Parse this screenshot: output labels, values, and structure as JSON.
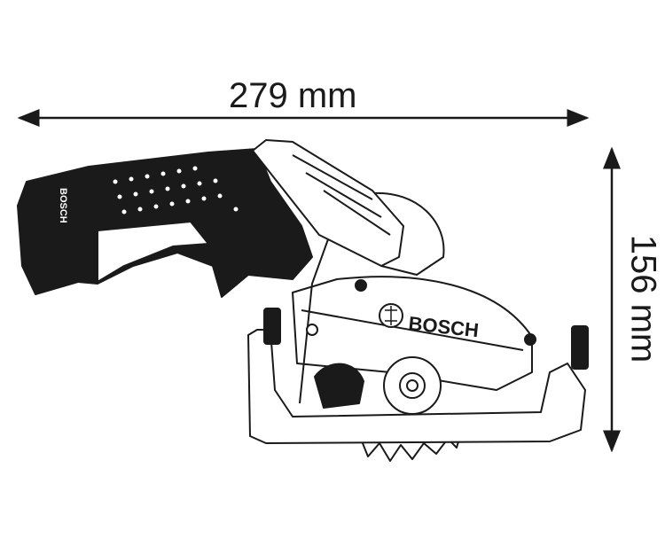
{
  "dimensions": {
    "width_label": "279 mm",
    "height_label": "156 mm"
  },
  "product": {
    "brand_label": "BOSCH",
    "battery_brand_label": "BOSCH"
  },
  "colors": {
    "ink": "#1a1a1a",
    "background": "#ffffff"
  }
}
